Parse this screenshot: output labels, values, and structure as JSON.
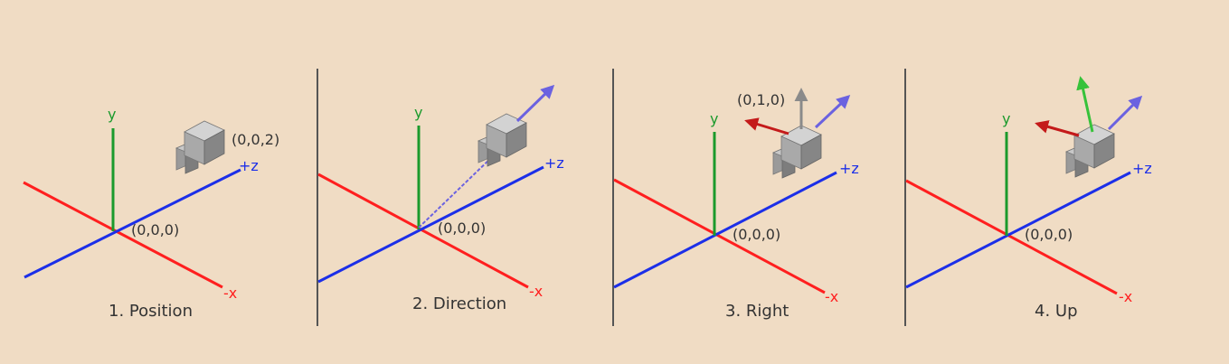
{
  "colors": {
    "background": "#f0dcc4",
    "x_axis": "#ff1f1f",
    "y_axis": "#1b9a2c",
    "z_axis": "#1c2fe8",
    "direction_vector": "#6b62e0",
    "right_vector": "#c41a1a",
    "up_vector_gray": "#8a8a8a",
    "up_vector_green": "#37c23a",
    "divider": "#555555",
    "text": "#333333"
  },
  "axis_labels": {
    "y": "y",
    "z": "+z",
    "x": "-x"
  },
  "origin_label": "(0,0,0)",
  "panels": [
    {
      "caption": "1. Position",
      "camera_label": "(0,0,2)",
      "icons": [
        "camera-cube-icon"
      ]
    },
    {
      "caption": "2. Direction",
      "icons": [
        "camera-cube-icon",
        "direction-arrow-icon"
      ]
    },
    {
      "caption": "3. Right",
      "up_label": "(0,1,0)",
      "icons": [
        "camera-cube-icon",
        "direction-arrow-icon",
        "right-arrow-icon",
        "up-arrow-icon"
      ]
    },
    {
      "caption": "4. Up",
      "icons": [
        "camera-cube-icon",
        "direction-arrow-icon",
        "right-arrow-icon",
        "up-arrow-icon"
      ]
    }
  ]
}
